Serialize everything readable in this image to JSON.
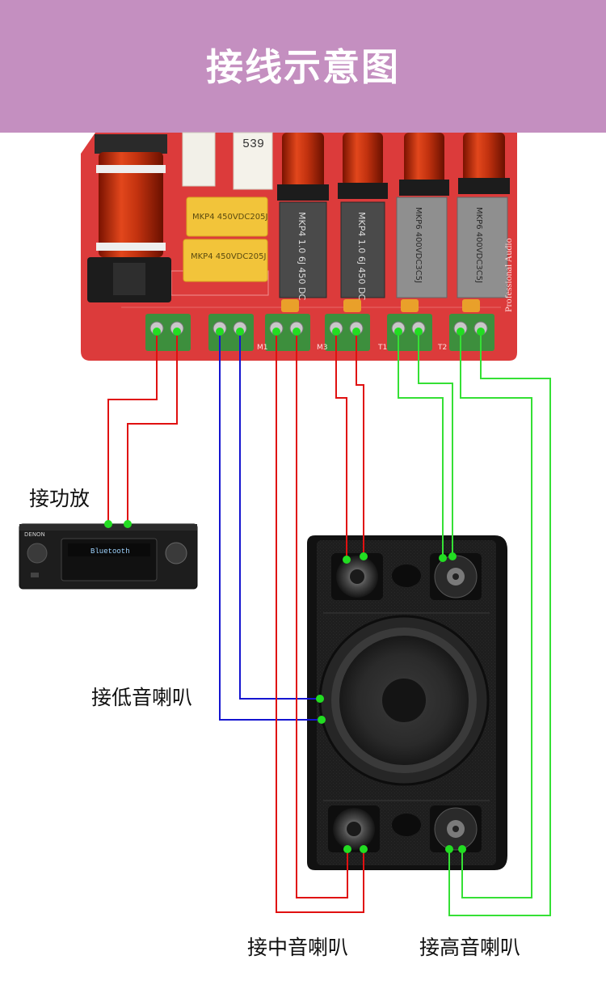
{
  "header": {
    "title": "接线示意图",
    "background": "#c48fc0"
  },
  "labels": {
    "amplifier": "接功放",
    "woofer": "接低音喇叭",
    "midrange": "接中音喇叭",
    "tweeter": "接高音喇叭"
  },
  "board": {
    "capacitor_yellow_label": "MKP4 450VDC205J",
    "capacitor_dark_label": "MKP4 1.0 6J 450 DC",
    "capacitor_grey_label": "MKP6 400VDC3C5J",
    "resistor_label": "539",
    "silkscreen_text": "Professional Audio",
    "terminal_marks": [
      "M1",
      "M3",
      "T1",
      "T2"
    ]
  },
  "amplifier_unit": {
    "brand": "DENON",
    "display_text": "Bluetooth"
  },
  "wire_colors": {
    "amplifier": "#e01010",
    "woofer": "#1515d0",
    "midrange": "#e01010",
    "tweeter": "#35e035",
    "node": "#22dd22"
  }
}
